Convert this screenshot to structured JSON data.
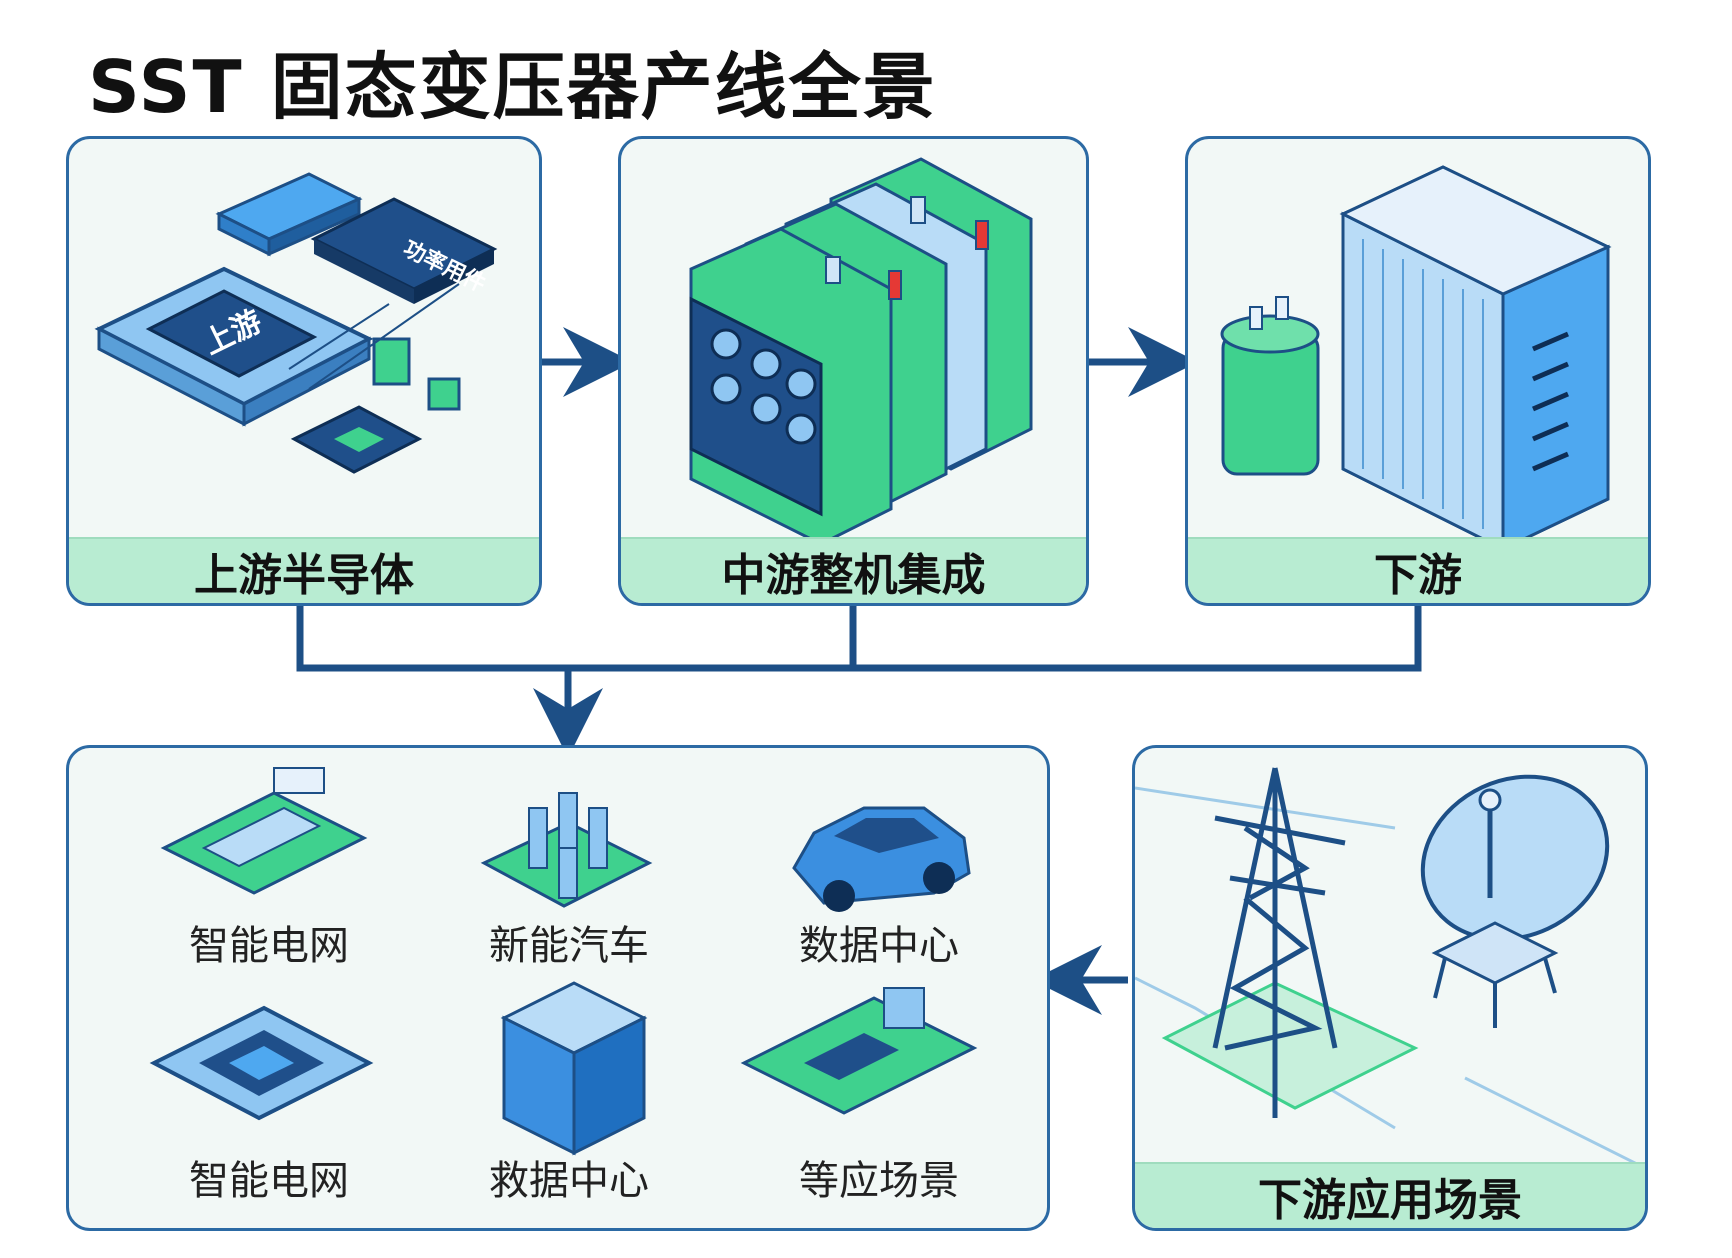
{
  "title": "SST 固态变压器产线全景",
  "stages": [
    {
      "label": "上游半导体",
      "chip_label": "上游",
      "power_label": "功率用件"
    },
    {
      "label": "中游整机集成"
    },
    {
      "label": "下游"
    }
  ],
  "applications": [
    {
      "label": "智能电网",
      "icon": "smart-grid-board-icon"
    },
    {
      "label": "新能汽车",
      "icon": "capacitor-array-icon"
    },
    {
      "label": "数据中心",
      "icon": "electric-car-icon"
    },
    {
      "label": "智能电网",
      "icon": "chip-icon"
    },
    {
      "label": "救据中心",
      "icon": "building-icon"
    },
    {
      "label": "等应场景",
      "icon": "circuit-board-icon"
    }
  ],
  "scene": {
    "label": "下游应用场景"
  },
  "colors": {
    "border": "#2c6aa4",
    "green": "#3fd18e",
    "blue": "#3b8fe0",
    "label_bg": "#b8ecd2"
  }
}
